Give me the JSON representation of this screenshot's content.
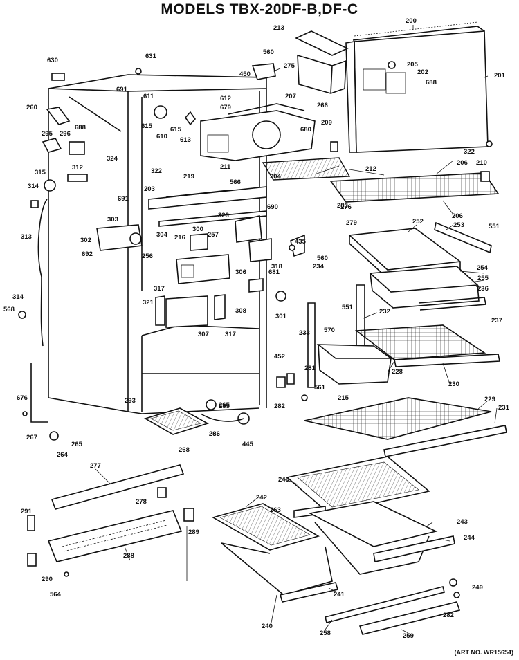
{
  "title": "MODELS TBX-20DF-B,DF-C",
  "art_number": "(ART NO. WR15654)",
  "part_labels": [
    {
      "id": "200"
    },
    {
      "id": "201"
    },
    {
      "id": "202"
    },
    {
      "id": "203"
    },
    {
      "id": "204"
    },
    {
      "id": "205"
    },
    {
      "id": "206"
    },
    {
      "id": "206b",
      "text": "206"
    },
    {
      "id": "207"
    },
    {
      "id": "209"
    },
    {
      "id": "210"
    },
    {
      "id": "211"
    },
    {
      "id": "212"
    },
    {
      "id": "213"
    },
    {
      "id": "215"
    },
    {
      "id": "216"
    },
    {
      "id": "219"
    },
    {
      "id": "228"
    },
    {
      "id": "229"
    },
    {
      "id": "230"
    },
    {
      "id": "231"
    },
    {
      "id": "232"
    },
    {
      "id": "233"
    },
    {
      "id": "234"
    },
    {
      "id": "236"
    },
    {
      "id": "237"
    },
    {
      "id": "240"
    },
    {
      "id": "241"
    },
    {
      "id": "242"
    },
    {
      "id": "243"
    },
    {
      "id": "244"
    },
    {
      "id": "245"
    },
    {
      "id": "249"
    },
    {
      "id": "252"
    },
    {
      "id": "253"
    },
    {
      "id": "254"
    },
    {
      "id": "255"
    },
    {
      "id": "256"
    },
    {
      "id": "257"
    },
    {
      "id": "258"
    },
    {
      "id": "259"
    },
    {
      "id": "260"
    },
    {
      "id": "263"
    },
    {
      "id": "264"
    },
    {
      "id": "265"
    },
    {
      "id": "265b",
      "text": "265"
    },
    {
      "id": "266"
    },
    {
      "id": "266b",
      "text": "266"
    },
    {
      "id": "267"
    },
    {
      "id": "268"
    },
    {
      "id": "275"
    },
    {
      "id": "276"
    },
    {
      "id": "277"
    },
    {
      "id": "278"
    },
    {
      "id": "279"
    },
    {
      "id": "281"
    },
    {
      "id": "282"
    },
    {
      "id": "282b",
      "text": "282"
    },
    {
      "id": "283"
    },
    {
      "id": "285"
    },
    {
      "id": "286"
    },
    {
      "id": "288"
    },
    {
      "id": "289"
    },
    {
      "id": "290"
    },
    {
      "id": "291"
    },
    {
      "id": "293"
    },
    {
      "id": "295"
    },
    {
      "id": "296"
    },
    {
      "id": "300"
    },
    {
      "id": "301"
    },
    {
      "id": "302"
    },
    {
      "id": "303"
    },
    {
      "id": "304"
    },
    {
      "id": "306"
    },
    {
      "id": "307"
    },
    {
      "id": "308"
    },
    {
      "id": "312"
    },
    {
      "id": "313"
    },
    {
      "id": "314"
    },
    {
      "id": "314b",
      "text": "314"
    },
    {
      "id": "315"
    },
    {
      "id": "317"
    },
    {
      "id": "317b",
      "text": "317"
    },
    {
      "id": "318"
    },
    {
      "id": "321"
    },
    {
      "id": "322"
    },
    {
      "id": "322b",
      "text": "322"
    },
    {
      "id": "323"
    },
    {
      "id": "324"
    },
    {
      "id": "435"
    },
    {
      "id": "445"
    },
    {
      "id": "450"
    },
    {
      "id": "452"
    },
    {
      "id": "551"
    },
    {
      "id": "551b",
      "text": "551"
    },
    {
      "id": "560"
    },
    {
      "id": "560b",
      "text": "560"
    },
    {
      "id": "561"
    },
    {
      "id": "564"
    },
    {
      "id": "566"
    },
    {
      "id": "568"
    },
    {
      "id": "570"
    },
    {
      "id": "610"
    },
    {
      "id": "611"
    },
    {
      "id": "612"
    },
    {
      "id": "613"
    },
    {
      "id": "615"
    },
    {
      "id": "615b",
      "text": "615"
    },
    {
      "id": "630"
    },
    {
      "id": "631"
    },
    {
      "id": "676"
    },
    {
      "id": "679"
    },
    {
      "id": "680"
    },
    {
      "id": "681"
    },
    {
      "id": "688"
    },
    {
      "id": "688b",
      "text": "688"
    },
    {
      "id": "690"
    },
    {
      "id": "691"
    },
    {
      "id": "691b",
      "text": "691"
    },
    {
      "id": "692"
    }
  ]
}
